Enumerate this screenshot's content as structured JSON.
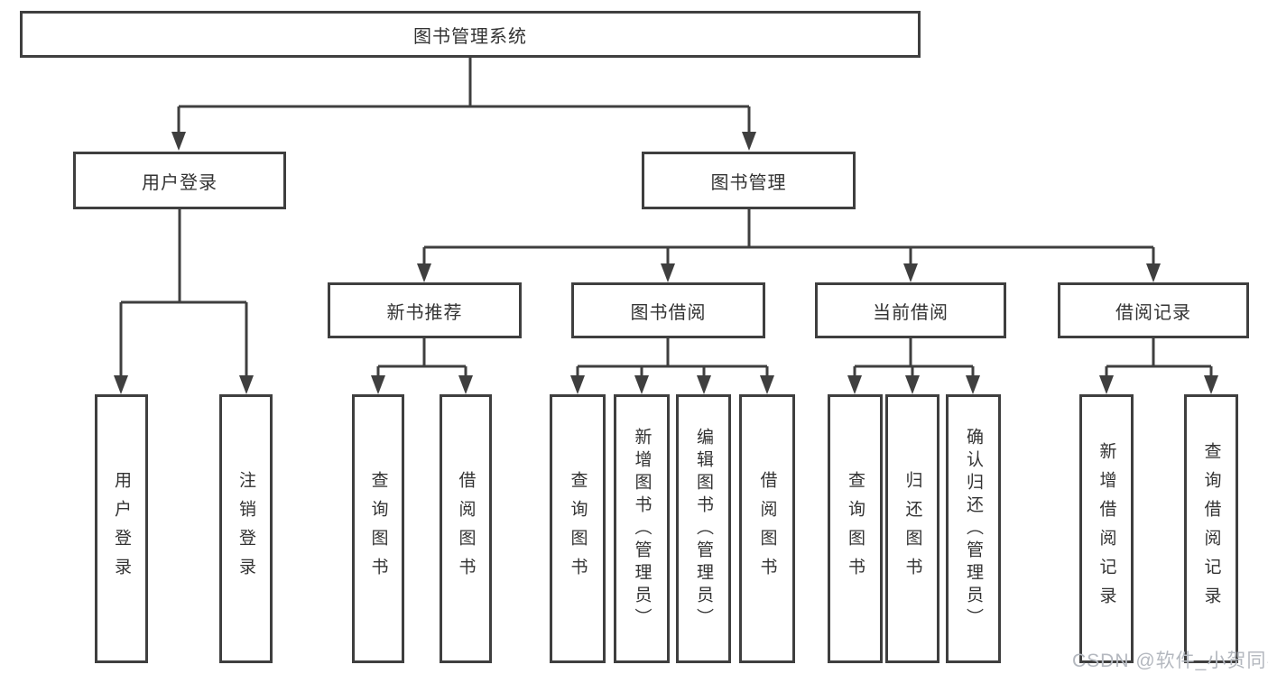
{
  "title": "图书管理系统",
  "colors": {
    "line": "#3f3f3f",
    "box_border": "#3f3f3f",
    "text": "#333333",
    "background": "#ffffff",
    "watermark": "#b4b8bf"
  },
  "tree": {
    "root": "图书管理系统",
    "branches": [
      {
        "label": "用户登录",
        "children": [
          "用户登录",
          "注销登录"
        ]
      },
      {
        "label": "图书管理",
        "groups": [
          {
            "label": "新书推荐",
            "children": [
              "查询图书",
              "借阅图书"
            ]
          },
          {
            "label": "图书借阅",
            "children": [
              "查询图书",
              "新增图书（管理员）",
              "编辑图书（管理员）",
              "借阅图书"
            ]
          },
          {
            "label": "当前借阅",
            "children": [
              "查询图书",
              "归还图书",
              "确认归还（管理员）"
            ]
          },
          {
            "label": "借阅记录",
            "children": [
              "新增借阅记录",
              "查询借阅记录"
            ]
          }
        ]
      }
    ]
  },
  "watermark": "CSDN @软件_小贺同学"
}
